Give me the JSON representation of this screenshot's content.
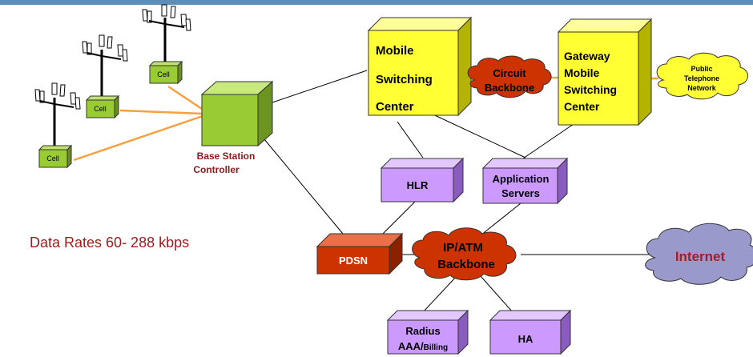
{
  "colors": {
    "top_bar": "#5b8fb9",
    "msc_yellow": "#ffff33",
    "cell_green": "#99cc33",
    "purple": "#cc99ff",
    "pdsn_red": "#cc3300",
    "cloud_red": "#cc3300",
    "internet_purple": "#9999cc",
    "orange_link": "#f7a040",
    "bsc_label": "#8b1a1a",
    "internet_text": "#a0202a",
    "data_rates_text": "#9c1c1c"
  },
  "cells": [
    {
      "label": "Cell"
    },
    {
      "label": "Cell"
    },
    {
      "label": "Cell"
    }
  ],
  "bsc": {
    "line1": "Base Station",
    "line2": "Controller"
  },
  "msc": {
    "line1": "Mobile",
    "line2": "Switching",
    "line3": "Center"
  },
  "circuit_backbone": {
    "line1": "Circuit",
    "line2": "Backbone"
  },
  "gmsc": {
    "line1": "Gateway",
    "line2": "Mobile",
    "line3": "Switching",
    "line4": "Center"
  },
  "pstn": {
    "line1": "Public",
    "line2": "Telephone",
    "line3": "Network"
  },
  "hlr": {
    "label": "HLR"
  },
  "app_servers": {
    "line1": "Application",
    "line2": "Servers"
  },
  "pdsn": {
    "label": "PDSN"
  },
  "ip_backbone": {
    "line1": "IP/ATM",
    "line2": "Backbone"
  },
  "internet": {
    "label": "Internet"
  },
  "radius": {
    "line1": "Radius",
    "line2_main": "AAA/",
    "line2_small": "Billing"
  },
  "ha": {
    "label": "HA"
  },
  "data_rates": "Data Rates 60- 288 kbps",
  "icons": [
    "cell-tower-icon",
    "cloud-icon",
    "box-3d-icon"
  ]
}
